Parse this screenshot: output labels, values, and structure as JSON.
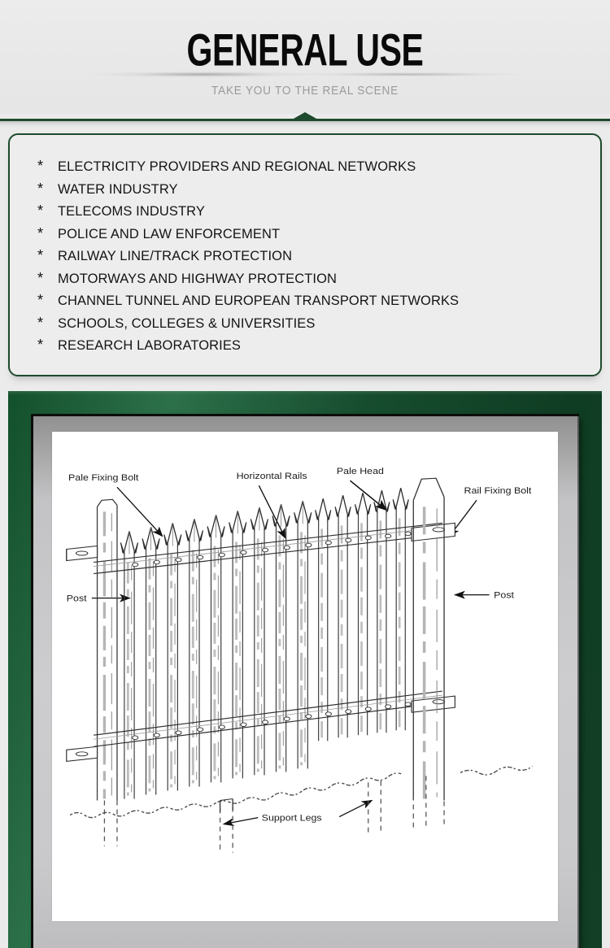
{
  "header": {
    "title": "GENERAL USE",
    "subtitle": "TAKE YOU TO THE REAL SCENE"
  },
  "colors": {
    "brand_green": "#1d4a2c",
    "frame_green_light": "#2c7049",
    "frame_green_dark": "#0f3d23",
    "page_background": "#e9e9e9",
    "card_background": "#ededed",
    "text_dark": "#141414",
    "subtitle_gray": "#9a9a9a"
  },
  "applications": {
    "bullet_marker": "*",
    "items": [
      "ELECTRICITY PROVIDERS AND REGIONAL NETWORKS",
      "WATER INDUSTRY",
      "TELECOMS INDUSTRY",
      "POLICE AND LAW ENFORCEMENT",
      "RAILWAY LINE/TRACK PROTECTION",
      "MOTORWAYS AND HIGHWAY PROTECTION",
      "CHANNEL TUNNEL AND EUROPEAN TRANSPORT NETWORKS",
      "SCHOOLS, COLLEGES & UNIVERSITIES",
      "RESEARCH LABORATORIES"
    ]
  },
  "diagram": {
    "type": "technical-line-drawing",
    "subject": "steel palisade fence",
    "labels": {
      "pale_fixing_bolt": "Pale Fixing Bolt",
      "horizontal_rails": "Horizontal Rails",
      "pale_head": "Pale Head",
      "rail_fixing_bolt": "Rail Fixing Bolt",
      "post_left": "Post",
      "post_right": "Post",
      "support_legs": "Support Legs"
    }
  }
}
